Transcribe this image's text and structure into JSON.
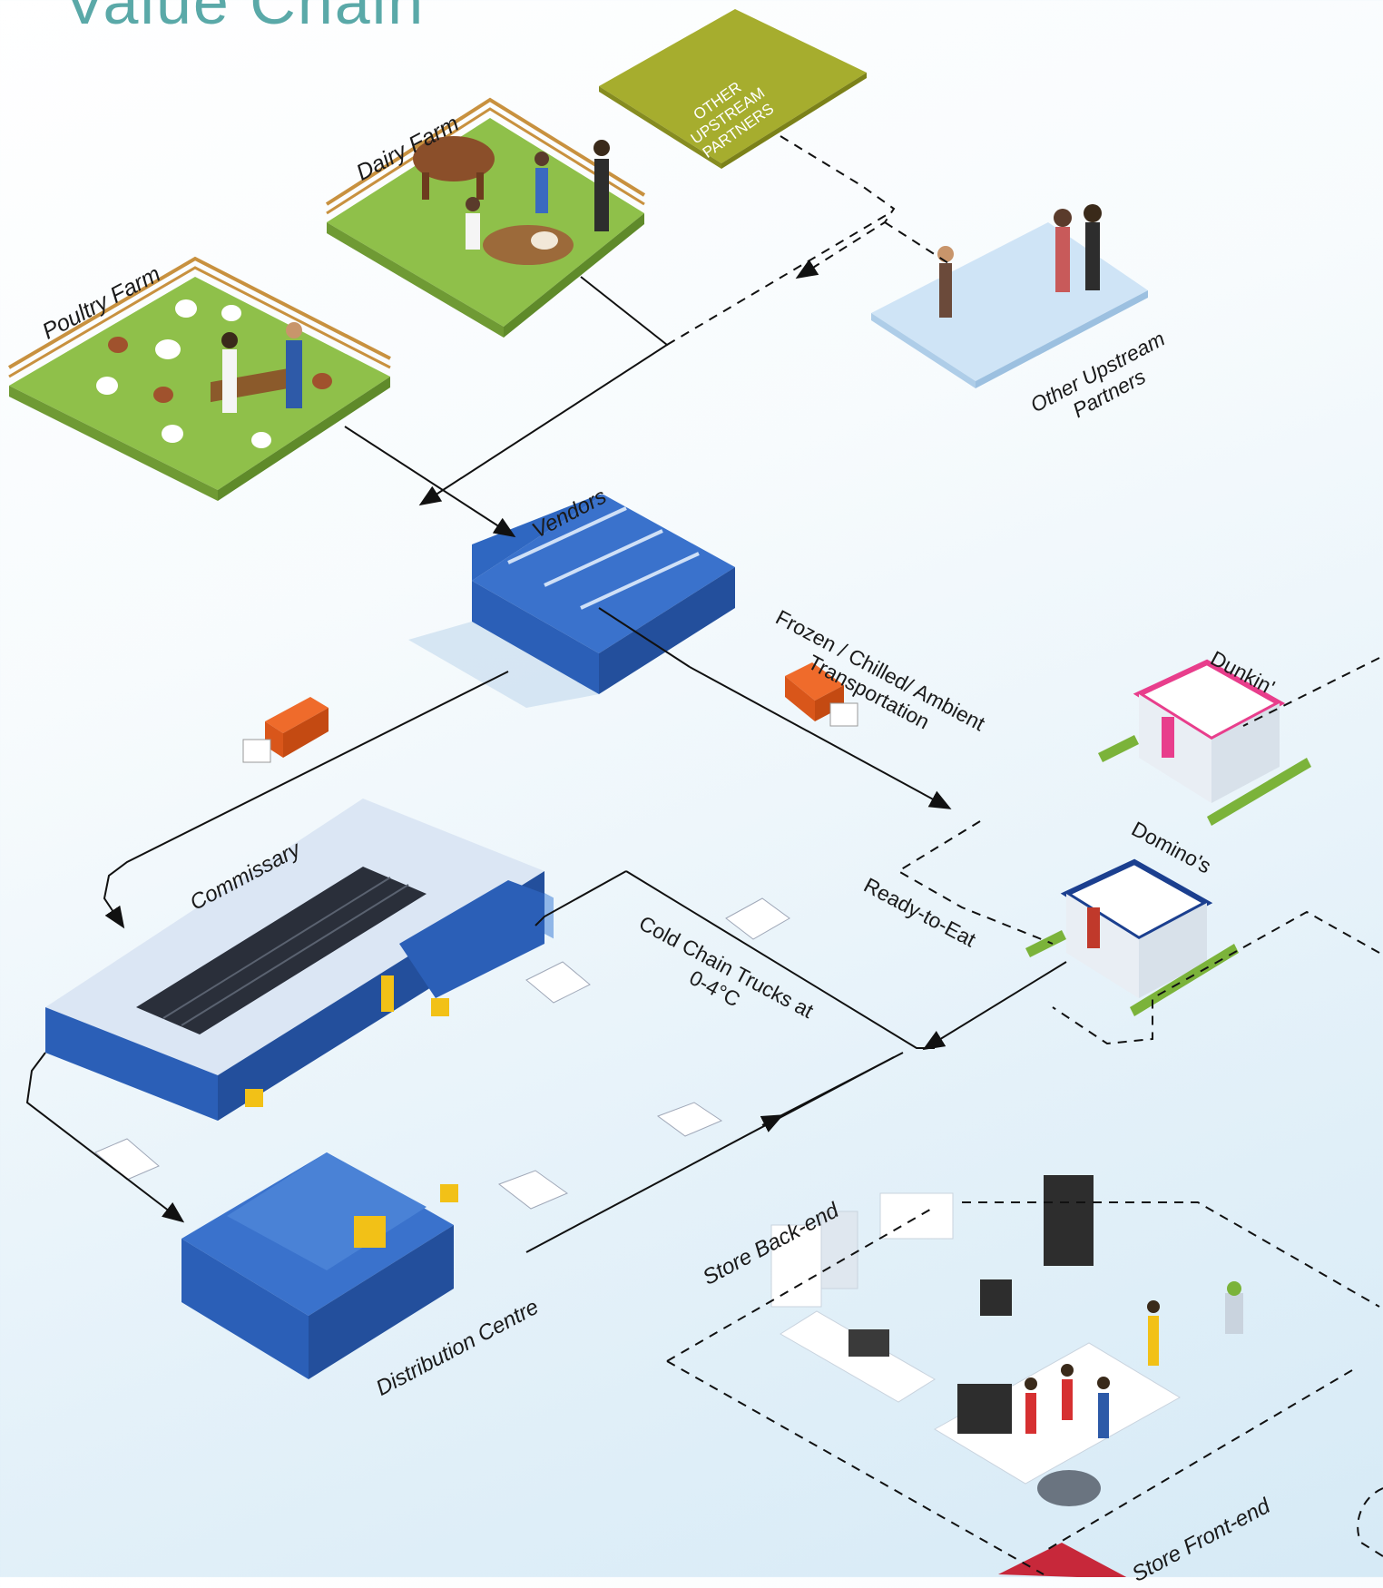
{
  "title": "Value Chain",
  "colors": {
    "grass": "#8fc04a",
    "fence": "#c8913f",
    "olive": "#a6ad2e",
    "warehouse": "#2b5fb7",
    "warehouse_roof": "#3a72cc",
    "truck_orange": "#ef6b2b",
    "line": "#111111",
    "pale_blue": "#cfe4f6",
    "pink": "#e83e8c",
    "yellow": "#f2c117"
  },
  "labels": {
    "poultry_farm": "Poultry Farm",
    "dairy_farm": "Dairy Farm",
    "other_upstream_box": "OTHER UPSTREAM PARTNERS",
    "other_upstream_platform": "Other Upstream Partners",
    "vendors": "Vendors",
    "transport": "Frozen / Chilled/ Ambient Transportation",
    "dunkin": "Dunkin'",
    "dominos": "Domino's",
    "ready_to_eat": "Ready-to-Eat",
    "commissary": "Commissary",
    "cold_chain": "Cold Chain Trucks at 0-4°C",
    "distribution_centre": "Distribution Centre",
    "store_back_end": "Store Back-end",
    "store_front_end": "Store Front-end"
  },
  "icons": [
    "chicken-icon",
    "cow-icon",
    "person-icon",
    "truck-icon",
    "van-icon",
    "forklift-icon",
    "solar-panel-icon",
    "store-icon",
    "counter-icon",
    "table-icon"
  ]
}
